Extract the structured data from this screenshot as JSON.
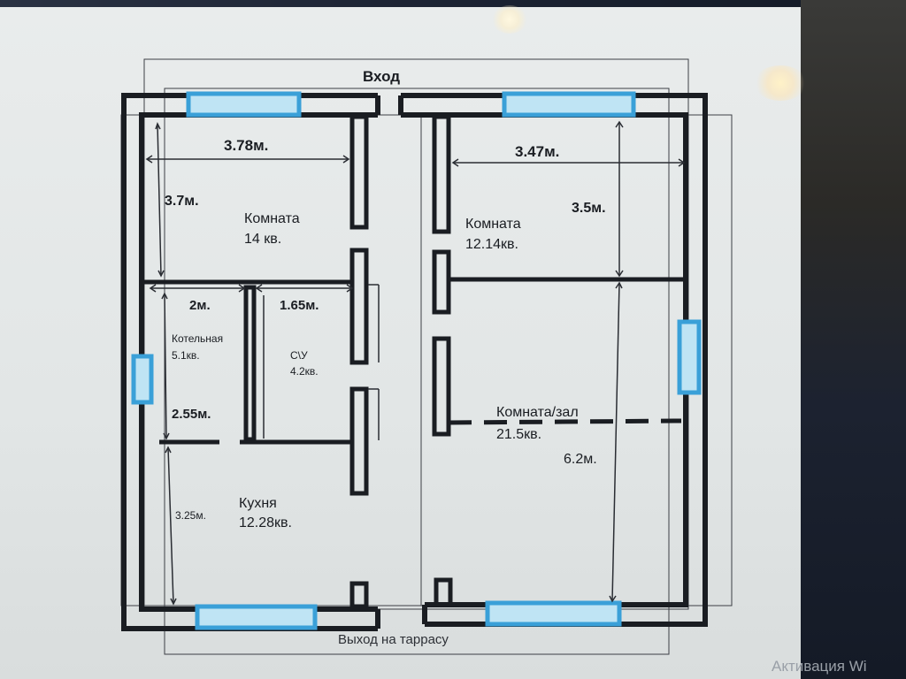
{
  "labels": {
    "entrance": "Вход",
    "exit_terrace": "Выход на таррасу",
    "activation_watermark": "Активация Wi"
  },
  "rooms": {
    "room1": {
      "name": "Комната",
      "area": "14 кв.",
      "width": "3.78м.",
      "height": "3.7м."
    },
    "room2": {
      "name": "Комната",
      "area": "12.14кв.",
      "width": "3.47м.",
      "height": "3.5м."
    },
    "boiler": {
      "name": "Котельная",
      "area": "5.1кв.",
      "width": "2м.",
      "height": "2.55м."
    },
    "bathroom": {
      "name": "С\\У",
      "area": "4.2кв.",
      "width": "1.65м."
    },
    "kitchen": {
      "name": "Кухня",
      "area": "12.28кв.",
      "height": "3.25м."
    },
    "hall": {
      "name": "Комната/зал",
      "area": "21.5кв.",
      "height": "6.2м."
    }
  },
  "colors": {
    "wall": "#1a1d22",
    "window": "#3aa0d8",
    "window_fill": "#bfe4f4",
    "dim_line": "#2a2d33"
  }
}
